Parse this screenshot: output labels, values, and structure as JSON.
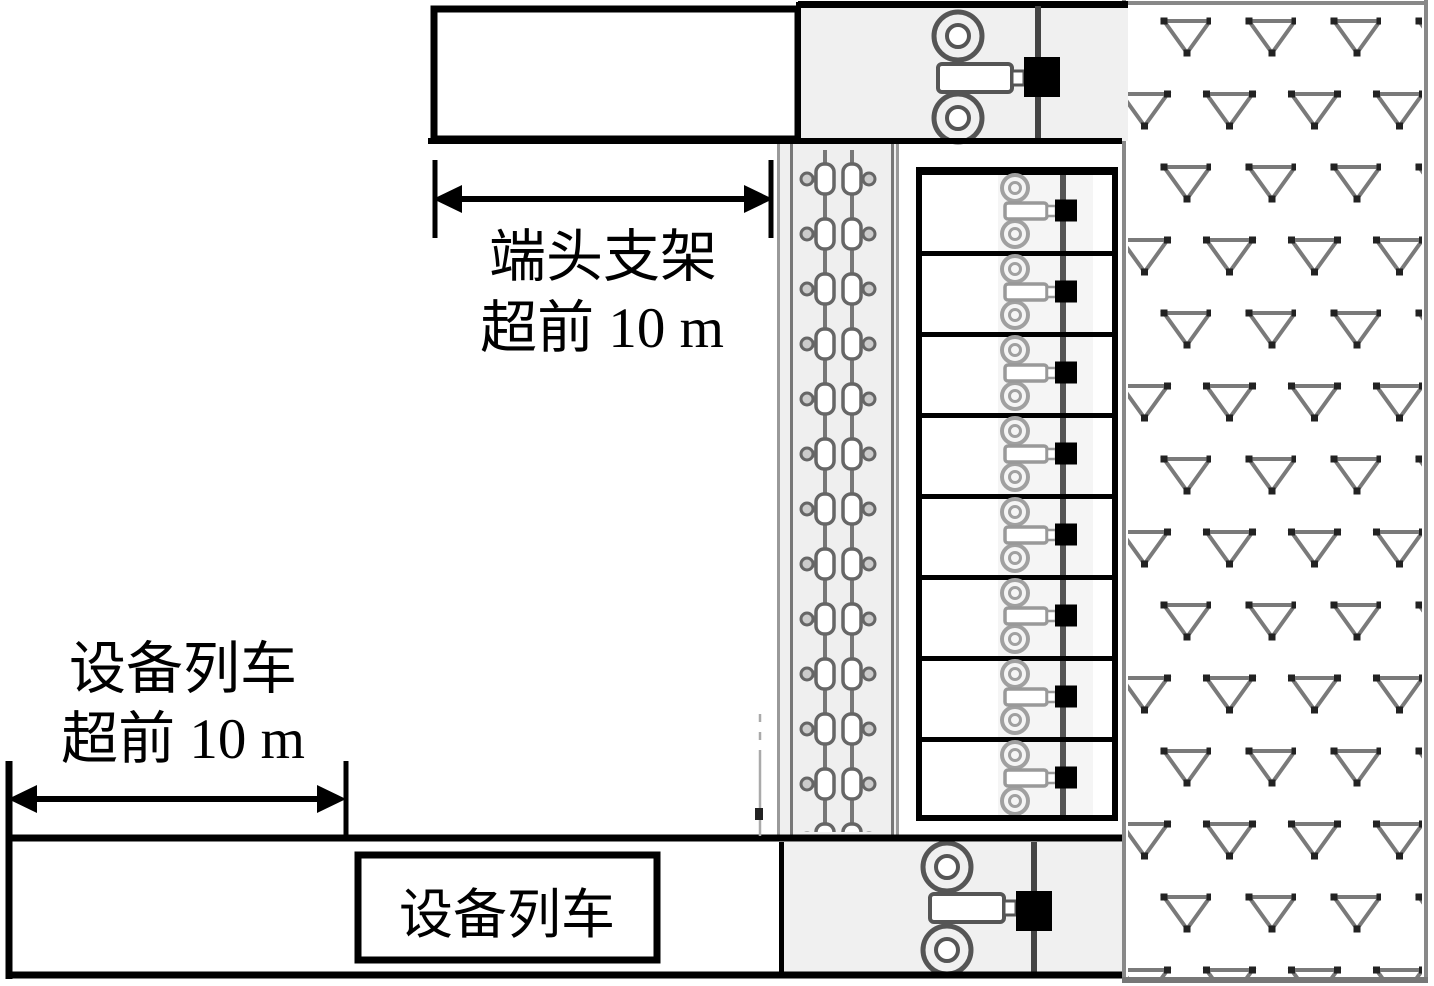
{
  "labels": {
    "top_dimension": {
      "line1": "端头支架",
      "line2": "超前 10 m"
    },
    "bottom_dimension": {
      "line1": "设备列车",
      "line2": "超前 10 m"
    },
    "equipment_train_box": "设备列车"
  },
  "dimensions": {
    "end_support_advance": "10 m",
    "equipment_train_advance": "10 m"
  },
  "face": {
    "hydraulic_support_count": 8
  },
  "colors": {
    "line_black": "#000000",
    "grey_stroke": "#777777",
    "light_grey_fill": "#f0f0f0",
    "chain_grey": "#666666",
    "support_circle_grey": "#a0a0a0",
    "gob_border_grey": "#888888"
  }
}
